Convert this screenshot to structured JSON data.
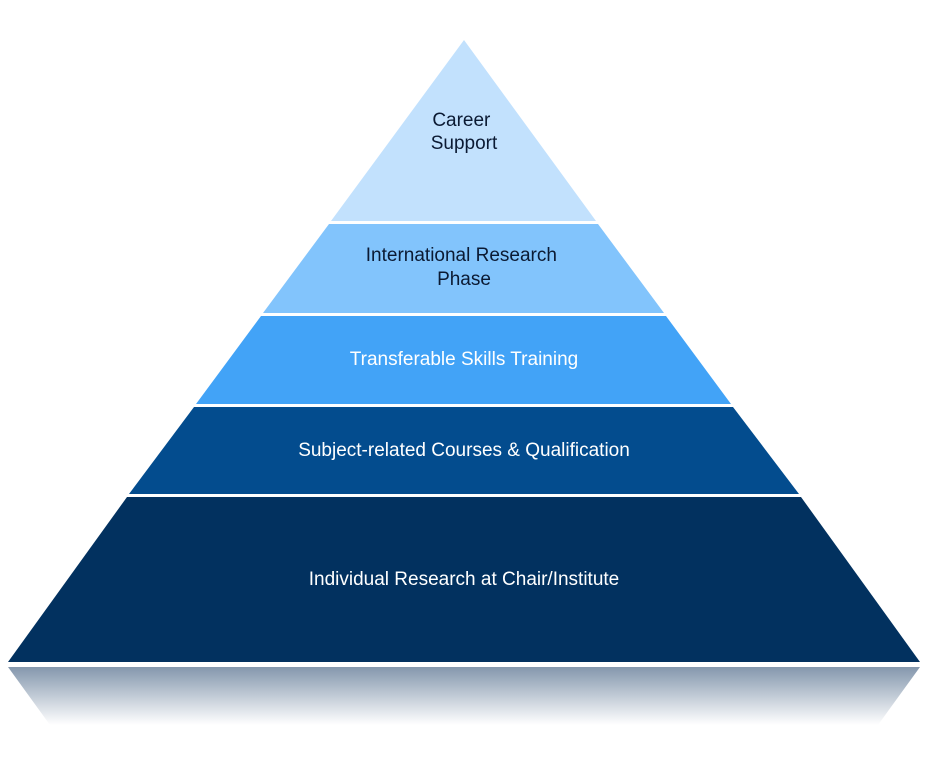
{
  "pyramid": {
    "tiers": [
      {
        "lines": [
          "Career",
          "Support"
        ],
        "fill": "#c2e1fd",
        "text_color": "#0b1a33"
      },
      {
        "lines": [
          "International Research",
          "Phase"
        ],
        "fill": "#82c4fc",
        "text_color": "#0b1a33"
      },
      {
        "lines": [
          "Transferable Skills Training"
        ],
        "fill": "#42a3f7",
        "text_color": "#ffffff"
      },
      {
        "lines": [
          "Subject-related Courses & Qualification"
        ],
        "fill": "#034c8e",
        "text_color": "#ffffff"
      },
      {
        "lines": [
          "Individual Research at Chair/Institute"
        ],
        "fill": "#02315f",
        "text_color": "#ffffff"
      }
    ],
    "reflection_color": "#8497ad"
  }
}
